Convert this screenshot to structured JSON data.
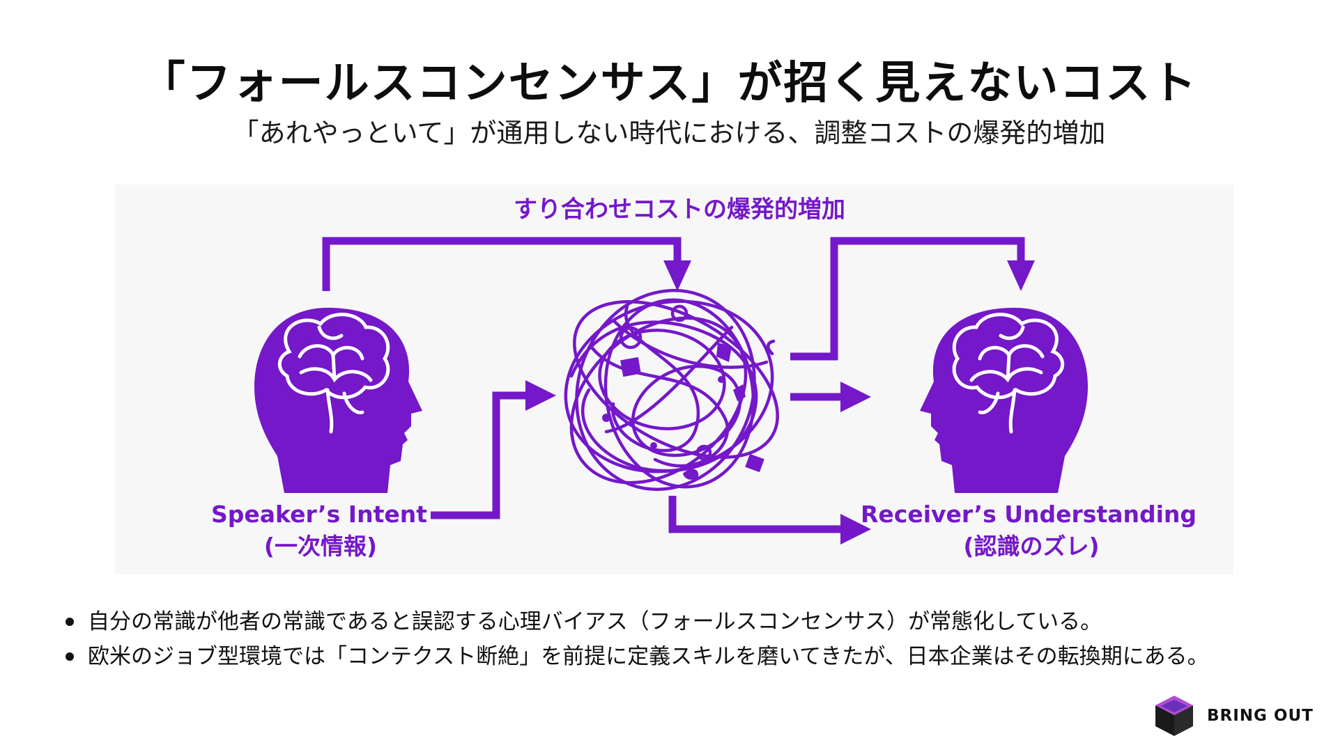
{
  "header": {
    "title": "「フォールスコンセンサス」が招く見えないコスト",
    "subtitle": "「あれやっといて」が通用しない時代における、調整コストの爆発的増加"
  },
  "diagram": {
    "top_label": "すり合わせコストの爆発的増加",
    "speaker": {
      "label": "Speaker’s Intent",
      "sub": "(一次情報)"
    },
    "receiver": {
      "label": "Receiver’s Understanding",
      "sub": "(認識のズレ)"
    },
    "accent_color": "#7418c9",
    "icons": [
      "speaker-head-brain-icon",
      "tangled-noise-icon",
      "receiver-head-brain-icon"
    ]
  },
  "bullets": [
    "自分の常識が他者の常識であると誤認する心理バイアス（フォールスコンセンサス）が常態化している。",
    "欧米のジョブ型環境では「コンテクスト断絶」を前提に定義スキルを磨いてきたが、日本企業はその転換期にある。"
  ],
  "logo": {
    "text": "BRING OUT",
    "colors": [
      "#b04bd6",
      "#6a2fb8",
      "#1a1a1a"
    ]
  }
}
